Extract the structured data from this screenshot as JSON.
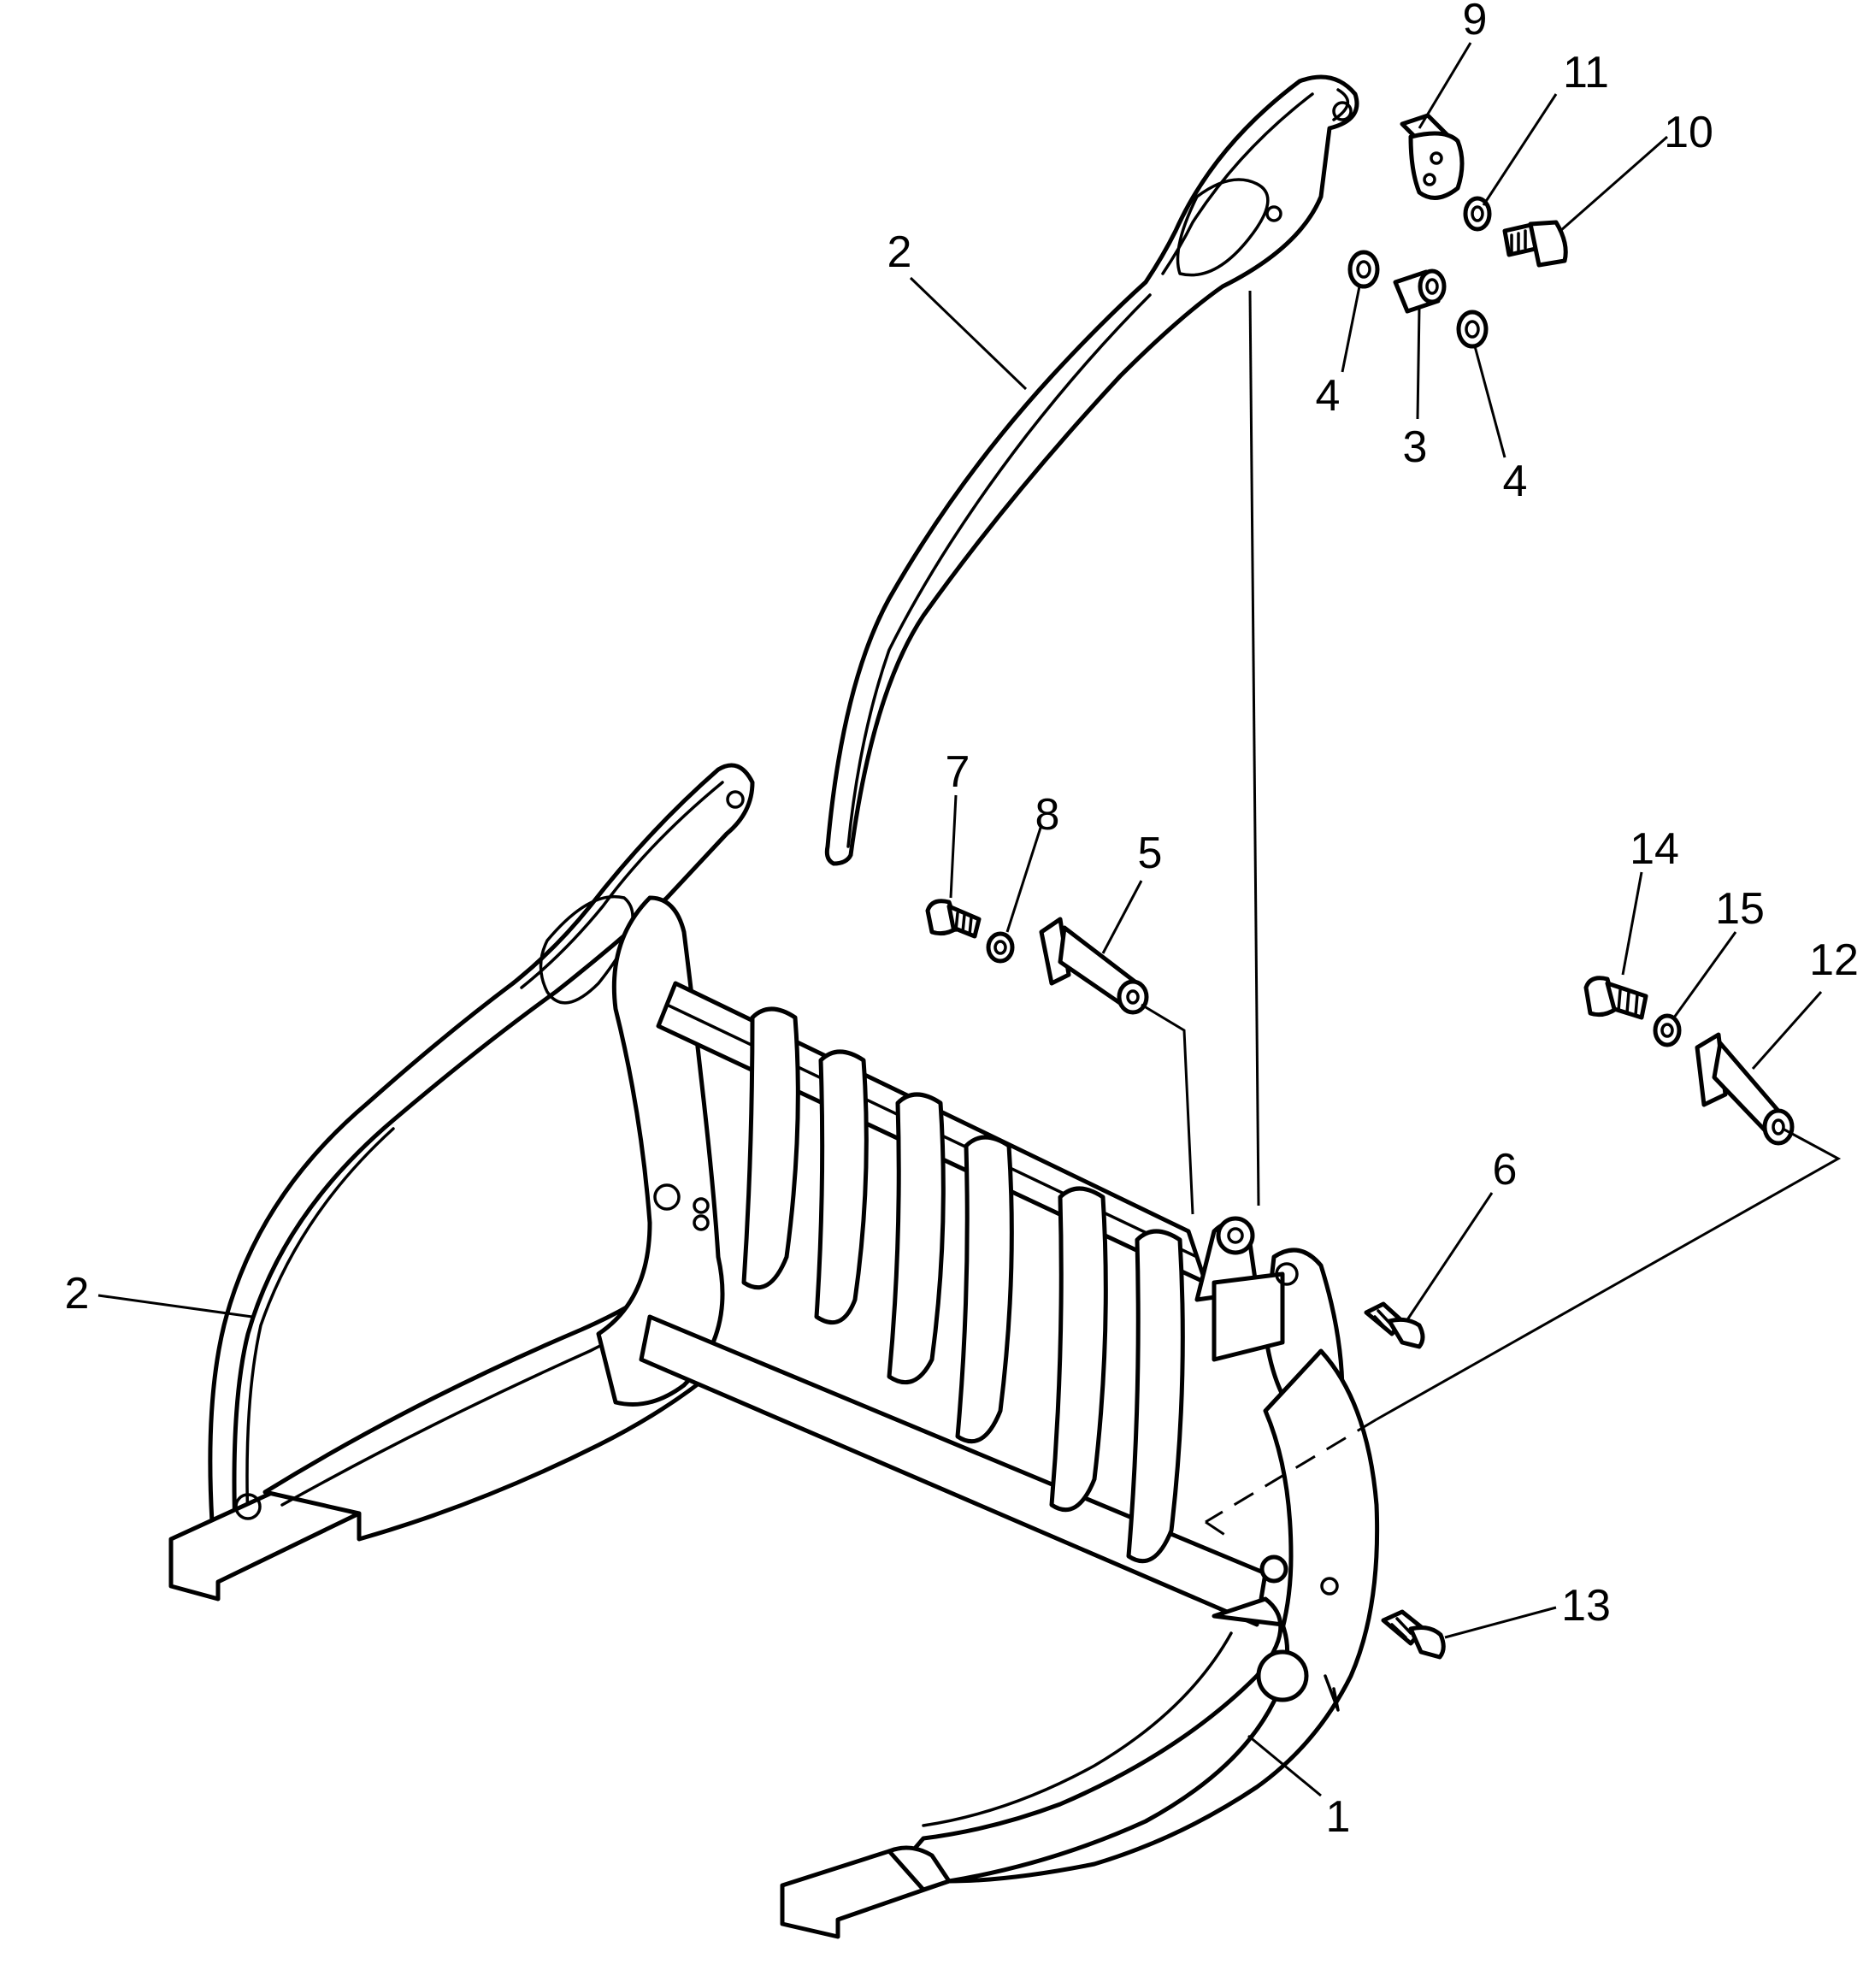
{
  "labels": {
    "p1": "1",
    "p2": "2",
    "p3": "3",
    "p4": "4",
    "p5": "5",
    "p6": "6",
    "p7": "7",
    "p8": "8",
    "p9": "9",
    "p10": "10",
    "p11": "11",
    "p12": "12",
    "p13": "13",
    "p14": "14",
    "p15": "15"
  }
}
